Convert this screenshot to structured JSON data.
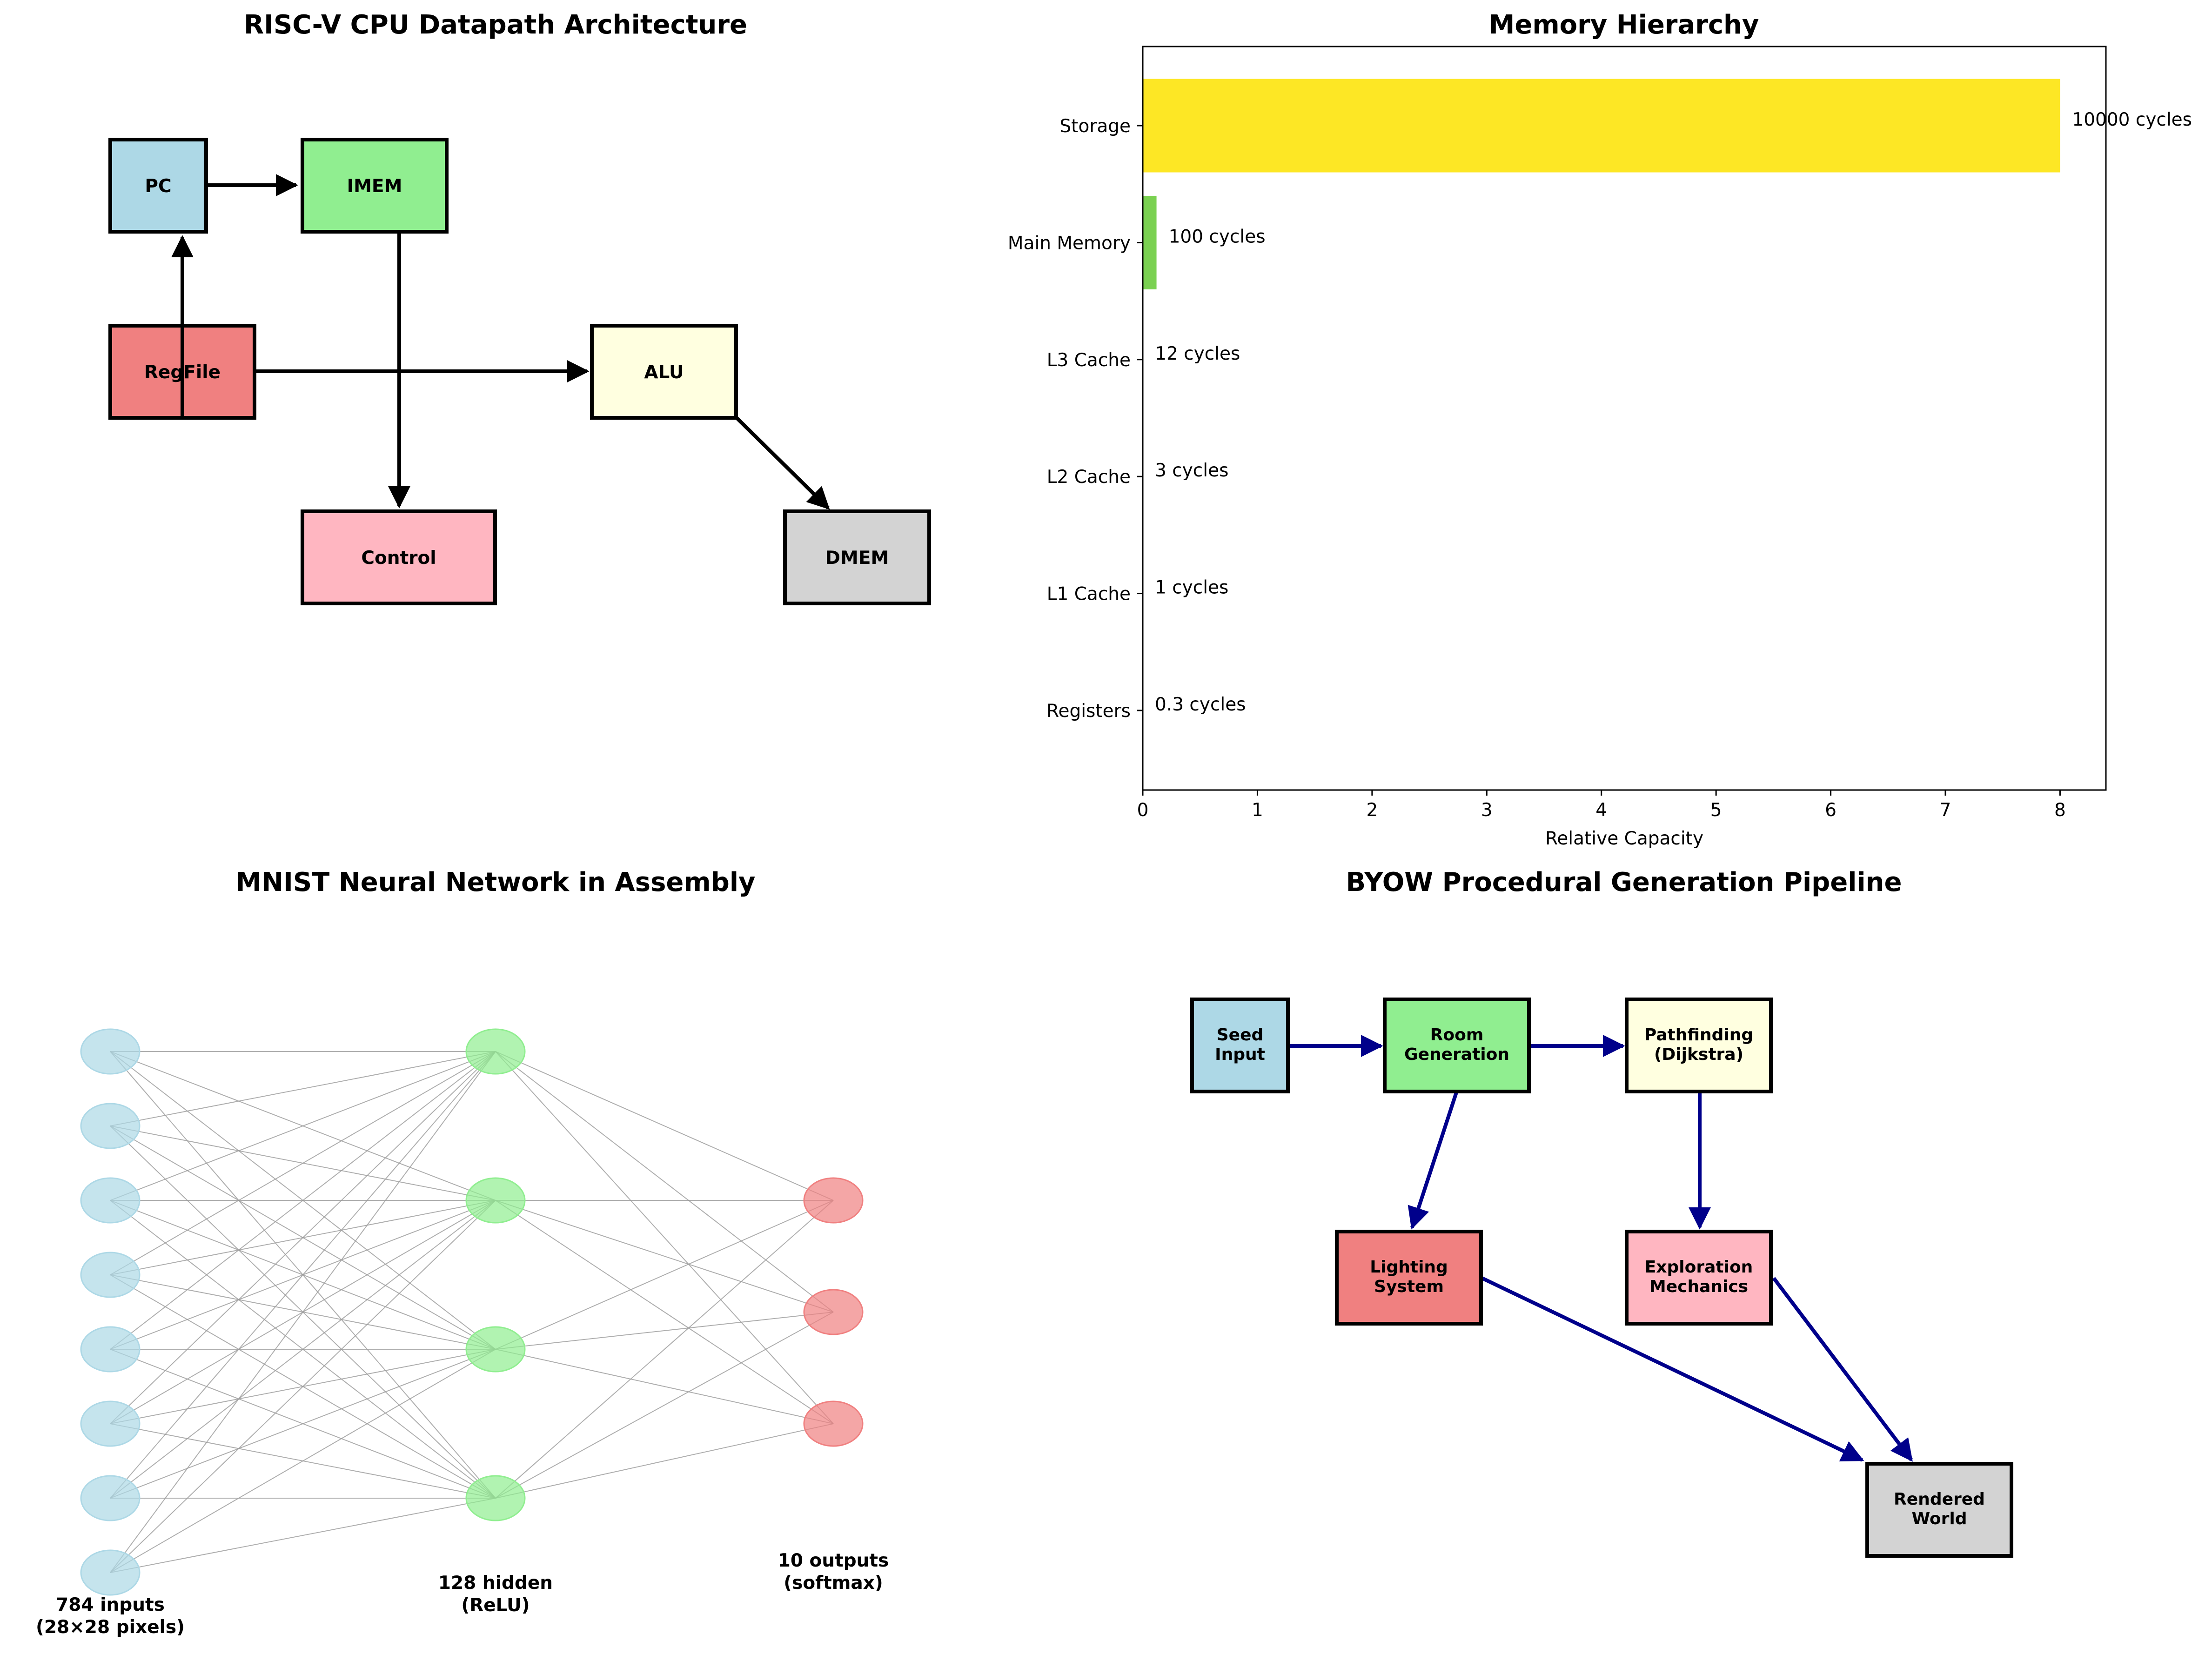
{
  "cpu_datapath": {
    "title": "RISC-V CPU Datapath Architecture",
    "blocks": {
      "pc": {
        "label": "PC",
        "color": "#add8e6"
      },
      "imem": {
        "label": "IMEM",
        "color": "#90ee90"
      },
      "regfile": {
        "label": "RegFile",
        "color": "#f08080"
      },
      "alu": {
        "label": "ALU",
        "color": "#ffffe0"
      },
      "control": {
        "label": "Control",
        "color": "#ffb6c1"
      },
      "dmem": {
        "label": "DMEM",
        "color": "#d3d3d3"
      }
    },
    "connections": [
      [
        "PC",
        "IMEM"
      ],
      [
        "IMEM",
        "Control"
      ],
      [
        "RegFile",
        "ALU"
      ],
      [
        "ALU",
        "DMEM"
      ],
      [
        "RegFile",
        "PC"
      ]
    ]
  },
  "chart_data": {
    "type": "bar",
    "orientation": "horizontal",
    "title": "Memory Hierarchy",
    "xlabel": "Relative Capacity",
    "ylabel": "",
    "xlim": [
      0,
      8.4
    ],
    "xticks": [
      "0",
      "1",
      "2",
      "3",
      "4",
      "5",
      "6",
      "7",
      "8"
    ],
    "categories": [
      "Registers",
      "L1 Cache",
      "L2 Cache",
      "L3 Cache",
      "Main Memory",
      "Storage"
    ],
    "values": [
      0.0,
      0.0001,
      0.0003,
      0.001,
      0.12,
      8.0
    ],
    "colors": [
      "#440154",
      "#414487",
      "#2a788e",
      "#22a884",
      "#7ad151",
      "#fde725"
    ],
    "data_labels": [
      "0.3 cycles",
      "1 cycles",
      "3 cycles",
      "12 cycles",
      "100 cycles",
      "10000 cycles"
    ],
    "grid": false
  },
  "neural_network": {
    "title": "MNIST Neural Network in Assembly",
    "layers": [
      {
        "name": "input",
        "nodes": 8,
        "color": "#add8e6",
        "label_line1": "784 inputs",
        "label_line2": "(28×28 pixels)"
      },
      {
        "name": "hidden",
        "nodes": 4,
        "color": "#90ee90",
        "label_line1": "128 hidden",
        "label_line2": "(ReLU)"
      },
      {
        "name": "output",
        "nodes": 3,
        "color": "#f08080",
        "label_line1": "10 outputs",
        "label_line2": "(softmax)"
      }
    ]
  },
  "byow_pipeline": {
    "title": "BYOW Procedural Generation Pipeline",
    "arrow_color": "#00008b",
    "stages": {
      "seed": {
        "line1": "Seed",
        "line2": "Input",
        "color": "#add8e6"
      },
      "room": {
        "line1": "Room",
        "line2": "Generation",
        "color": "#90ee90"
      },
      "path": {
        "line1": "Pathfinding",
        "line2": "(Dijkstra)",
        "color": "#ffffe0"
      },
      "light": {
        "line1": "Lighting",
        "line2": "System",
        "color": "#f08080"
      },
      "explore": {
        "line1": "Exploration",
        "line2": "Mechanics",
        "color": "#ffb6c1"
      },
      "render": {
        "line1": "Rendered",
        "line2": "World",
        "color": "#d3d3d3"
      }
    }
  }
}
